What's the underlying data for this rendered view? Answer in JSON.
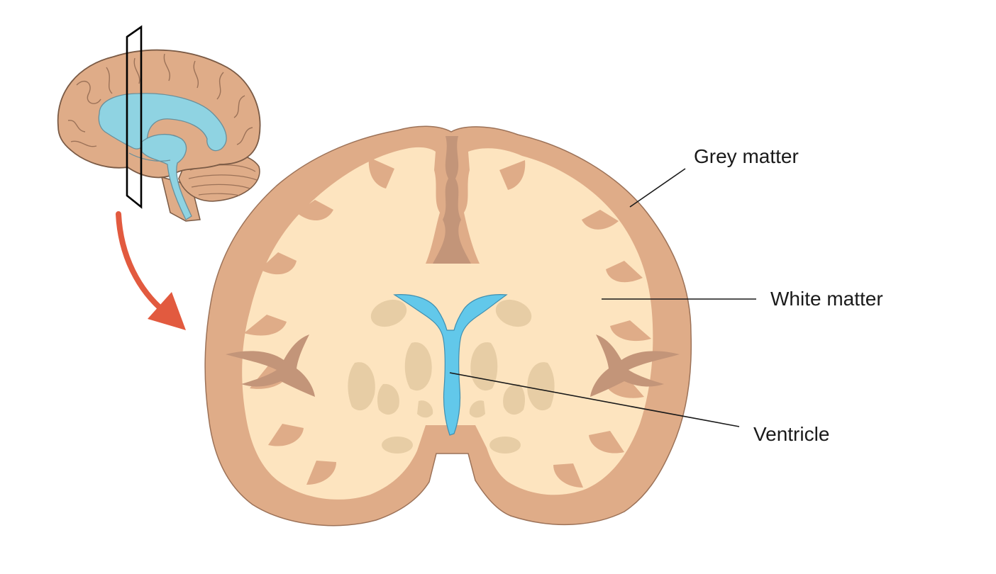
{
  "labels": {
    "grey_matter": "Grey matter",
    "white_matter": "White matter",
    "ventricle": "Ventricle"
  },
  "colors": {
    "grey_matter": "#dfac88",
    "white_matter": "#fde4bf",
    "sulcus_dark": "#c39579",
    "ventricle": "#62c8ea",
    "brain_ventricle_light": "#8fd3e2",
    "deep_nuclei": "#e7cda5",
    "arrow": "#e25a3f",
    "outline": "#7a5a45",
    "plane": "#000000"
  },
  "icons": {
    "orientation_brain": "whole-brain-sagittal-icon",
    "section_plane": "coronal-plane-icon",
    "arrow": "curved-arrow-icon"
  }
}
